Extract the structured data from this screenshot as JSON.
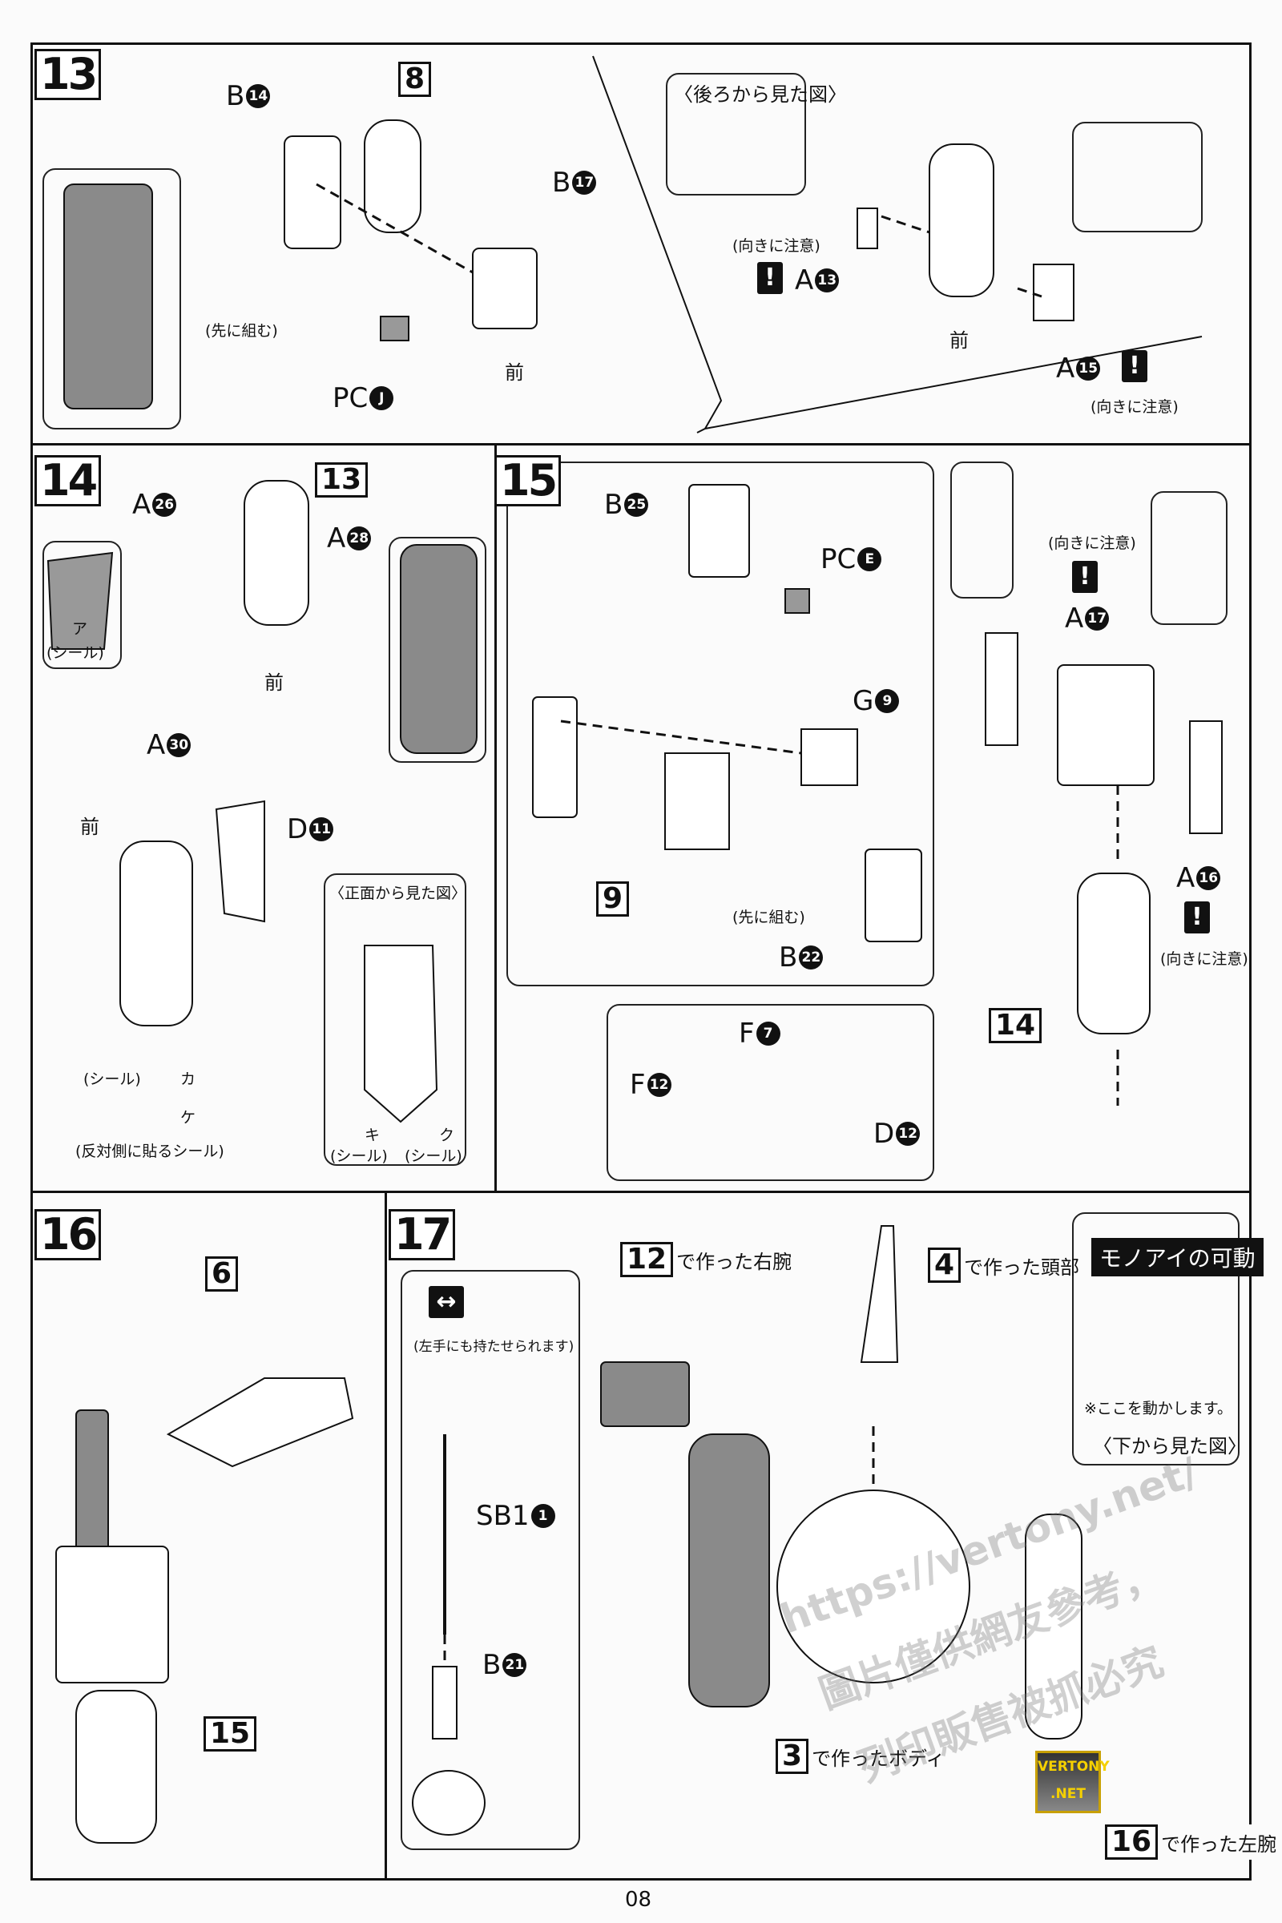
{
  "page_number": "08",
  "steps": {
    "s13": {
      "number": "13",
      "ref8": "8",
      "parts": [
        {
          "letter": "B",
          "num": "14"
        },
        {
          "letter": "B",
          "num": "17"
        },
        {
          "letter": "PC",
          "num": "J"
        },
        {
          "letter": "A",
          "num": "13"
        },
        {
          "letter": "A",
          "num": "15"
        }
      ],
      "build_first": "(先に組む)",
      "front": "前",
      "back_view": "〈後ろから見た図〉",
      "orientation_note": "(向きに注意)"
    },
    "s14": {
      "number": "14",
      "ref13": "13",
      "parts": [
        {
          "letter": "A",
          "num": "26"
        },
        {
          "letter": "A",
          "num": "28"
        },
        {
          "letter": "A",
          "num": "30"
        },
        {
          "letter": "D",
          "num": "11"
        }
      ],
      "front": "前",
      "sticker": "(シール)",
      "sticker_a": "ア",
      "sticker_ka": "カ",
      "sticker_ke": "ケ",
      "sticker_ki": "キ",
      "sticker_ku": "ク",
      "front_view": "〈正面から見た図〉",
      "opposite_sticker": "(反対側に貼るシール)"
    },
    "s15": {
      "number": "15",
      "ref9": "9",
      "ref14": "14",
      "parts": [
        {
          "letter": "B",
          "num": "25"
        },
        {
          "letter": "PC",
          "num": "E"
        },
        {
          "letter": "A",
          "num": "17"
        },
        {
          "letter": "G",
          "num": "9"
        },
        {
          "letter": "B",
          "num": "22"
        },
        {
          "letter": "A",
          "num": "16"
        },
        {
          "letter": "F",
          "num": "7"
        },
        {
          "letter": "F",
          "num": "12"
        },
        {
          "letter": "D",
          "num": "12"
        }
      ],
      "build_first": "(先に組む)",
      "orientation_note": "(向きに注意)"
    },
    "s16": {
      "number": "16",
      "ref6": "6",
      "ref15": "15"
    },
    "s17": {
      "number": "17",
      "ref12": "12",
      "ref12_text": "で作った右腕",
      "ref4": "4",
      "ref4_text": "で作った頭部",
      "ref3": "3",
      "ref3_text": "で作ったボディ",
      "ref16": "16",
      "ref16_text": "で作った左腕",
      "left_hand_note": "(左手にも持たせられます)",
      "parts": [
        {
          "letter": "SB1",
          "num": "1"
        },
        {
          "letter": "B",
          "num": "21"
        }
      ],
      "monoeye_title": "モノアイの可動",
      "monoeye_note": "※ここを動かします。",
      "bottom_view": "〈下から見た図〉"
    }
  },
  "watermark": [
    "https://vertony.net/",
    "圖片僅供網友參考，",
    "列印販售被抓必究"
  ],
  "logo": "VERTONY .NET",
  "colors": {
    "ink": "#111111",
    "part_gray": "#8a8a8a",
    "logo_gold": "#f5d000"
  }
}
